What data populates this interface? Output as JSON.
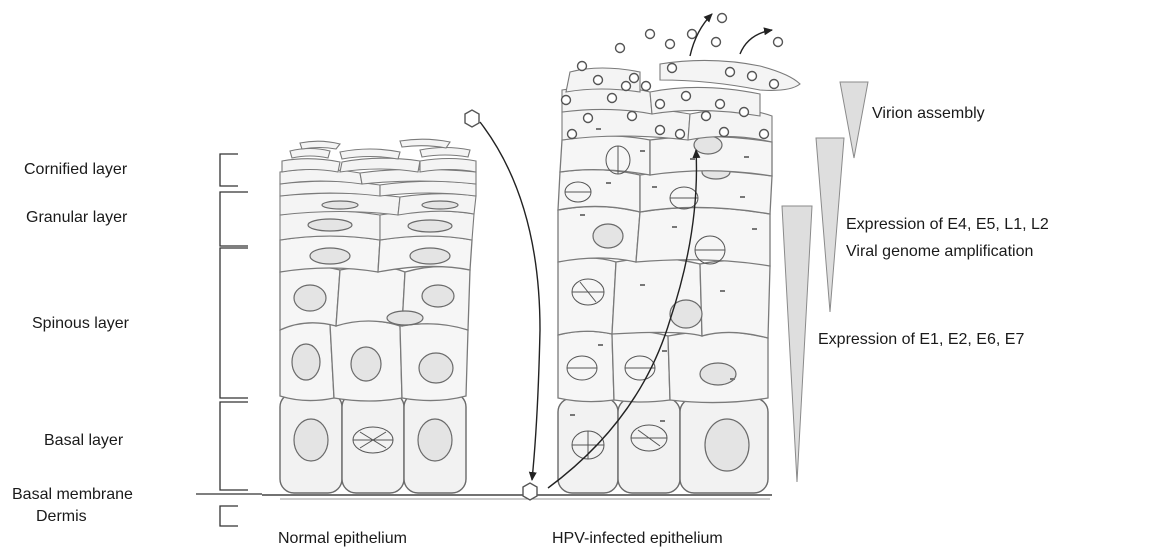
{
  "layers": {
    "cornified": "Cornified layer",
    "granular": "Granular layer",
    "spinous": "Spinous layer",
    "basal": "Basal layer",
    "basal_membrane": "Basal membrane",
    "dermis": "Dermis"
  },
  "stages": {
    "virion_assembly": "Virion assembly",
    "late_expression": "Expression of E4, E5, L1, L2",
    "genome_amplification": "Viral genome amplification",
    "early_expression": "Expression of E1, E2, E6, E7"
  },
  "captions": {
    "normal": "Normal epithelium",
    "infected": "HPV-infected epithelium"
  }
}
